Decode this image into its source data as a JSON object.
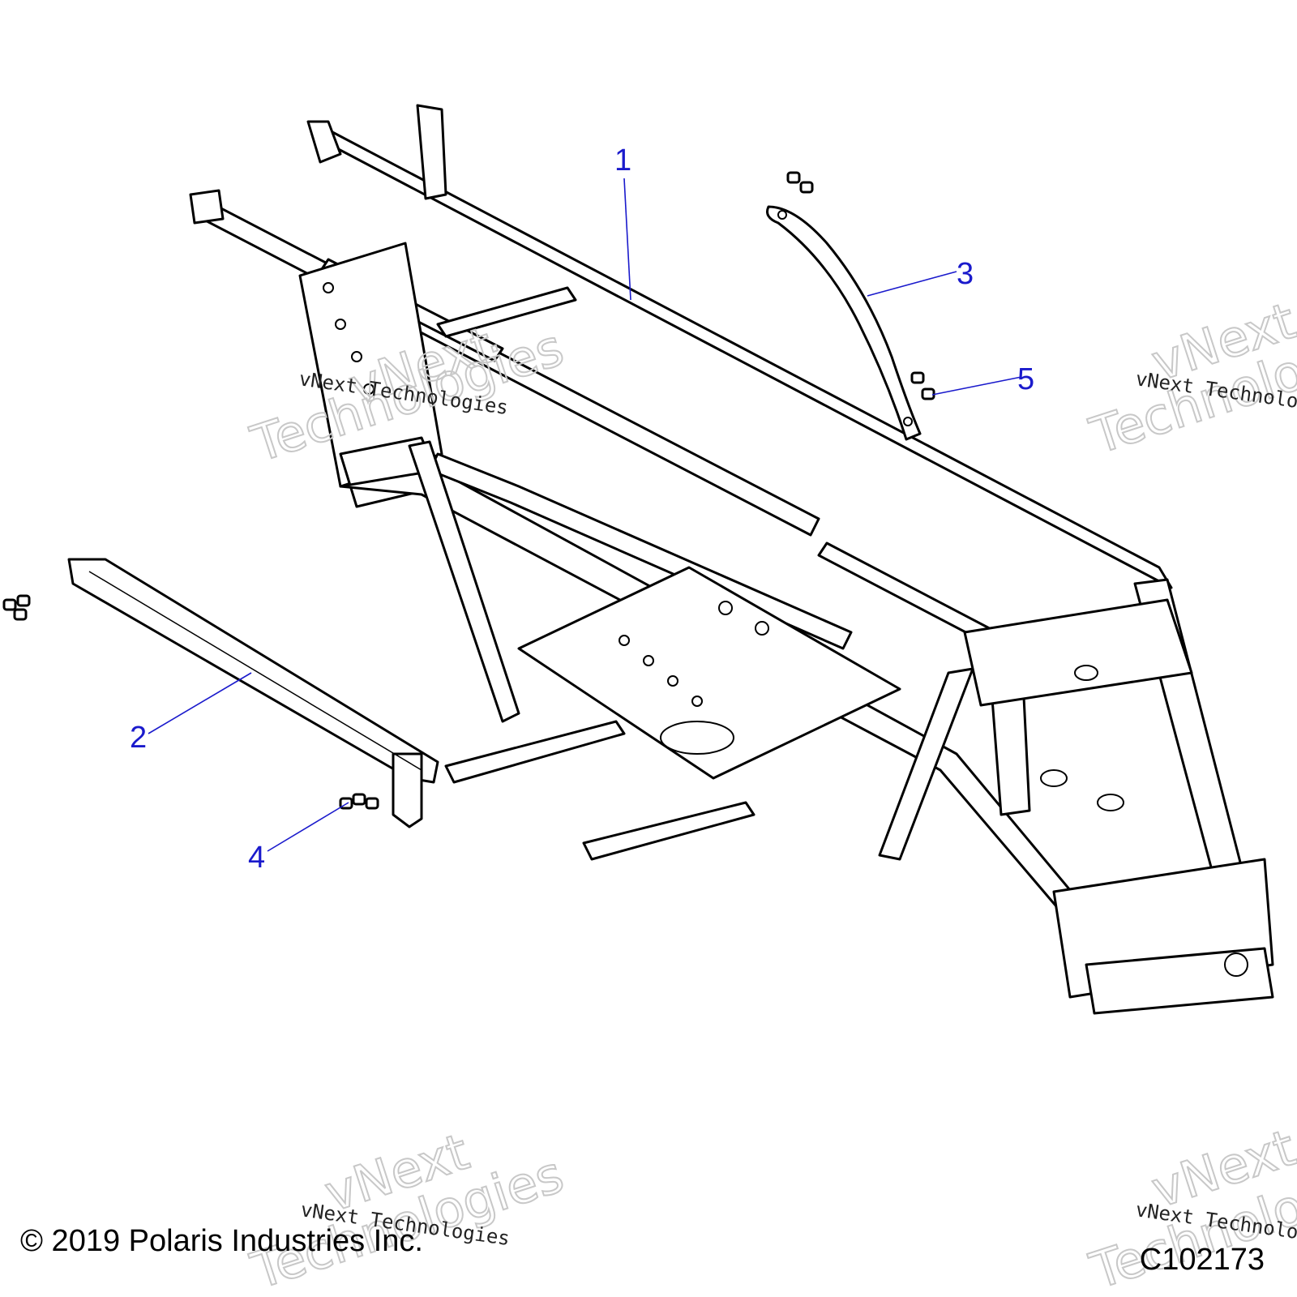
{
  "diagram": {
    "callouts": [
      {
        "label": "1"
      },
      {
        "label": "2"
      },
      {
        "label": "3"
      },
      {
        "label": "4"
      },
      {
        "label": "5"
      }
    ],
    "watermark": {
      "small_text": "vNext Technologies",
      "big_line1": "vNext",
      "big_line2": "Technologies"
    },
    "copyright": "© 2019 Polaris Industries Inc.",
    "figure_id": "C102173",
    "colors": {
      "callout": "#1a1acc",
      "line": "#000000",
      "watermark": "#c8c8c8"
    }
  }
}
